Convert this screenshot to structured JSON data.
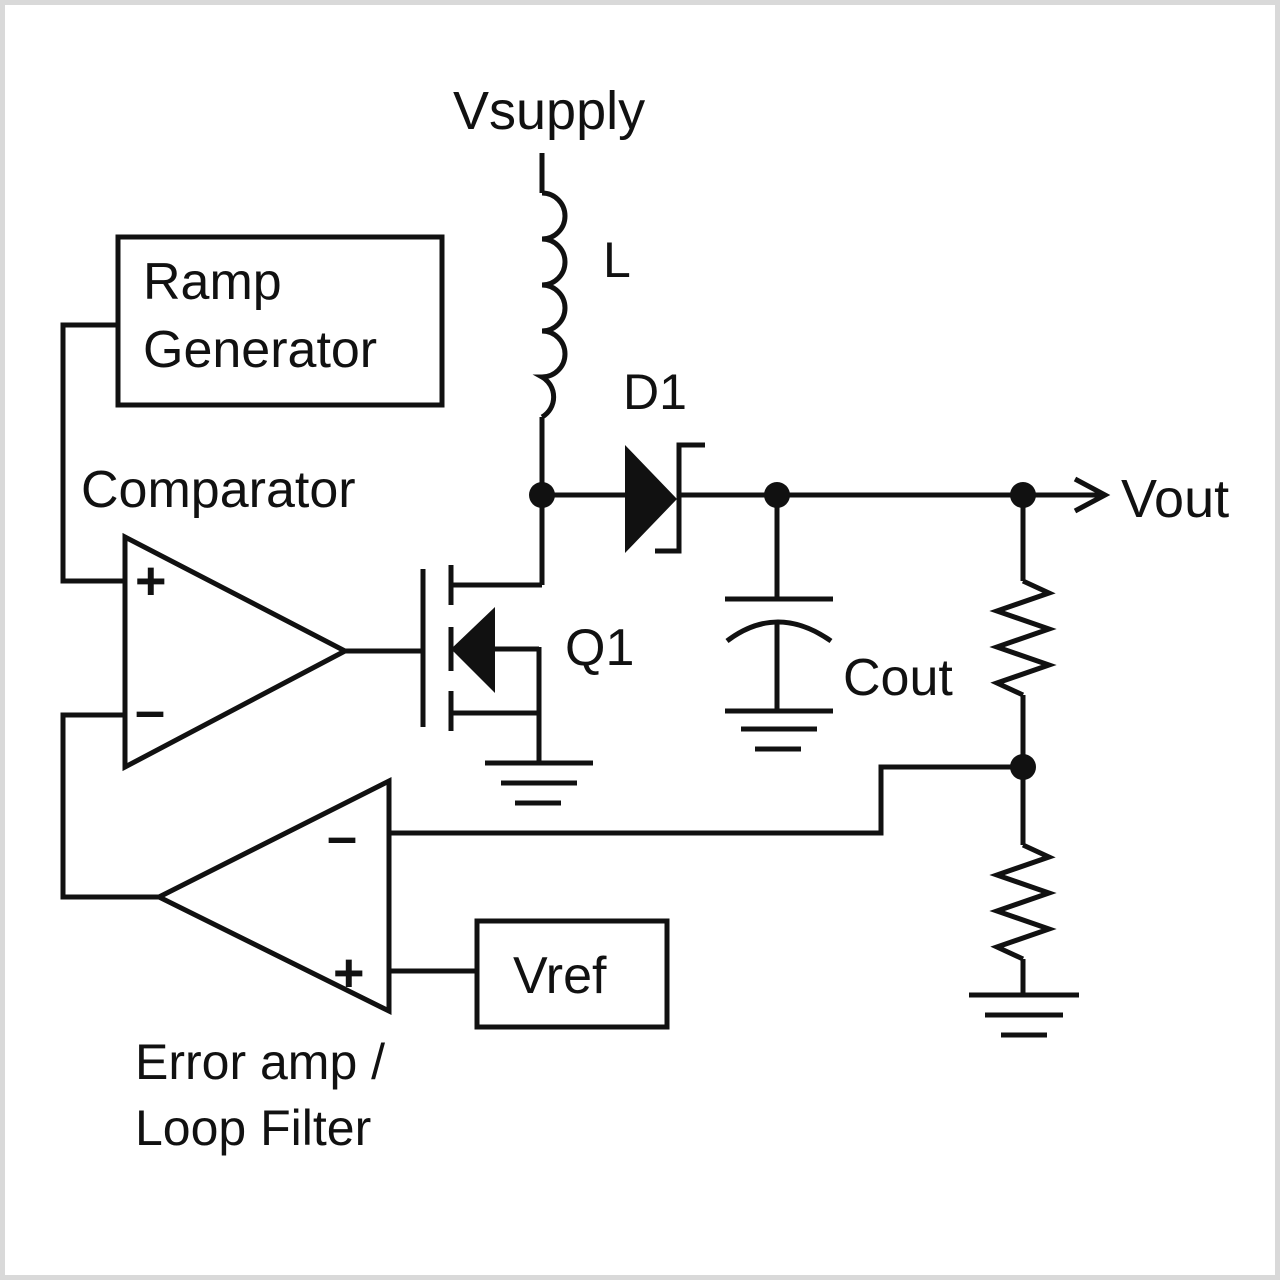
{
  "labels": {
    "vsupply": "Vsupply",
    "inductor": "L",
    "diode": "D1",
    "vout": "Vout",
    "ramp_line1": "Ramp",
    "ramp_line2": "Generator",
    "comparator": "Comparator",
    "transistor": "Q1",
    "capacitor": "Cout",
    "vref": "Vref",
    "error_amp_line1": "Error amp /",
    "error_amp_line2": "Loop Filter",
    "plus": "+",
    "minus": "–"
  }
}
